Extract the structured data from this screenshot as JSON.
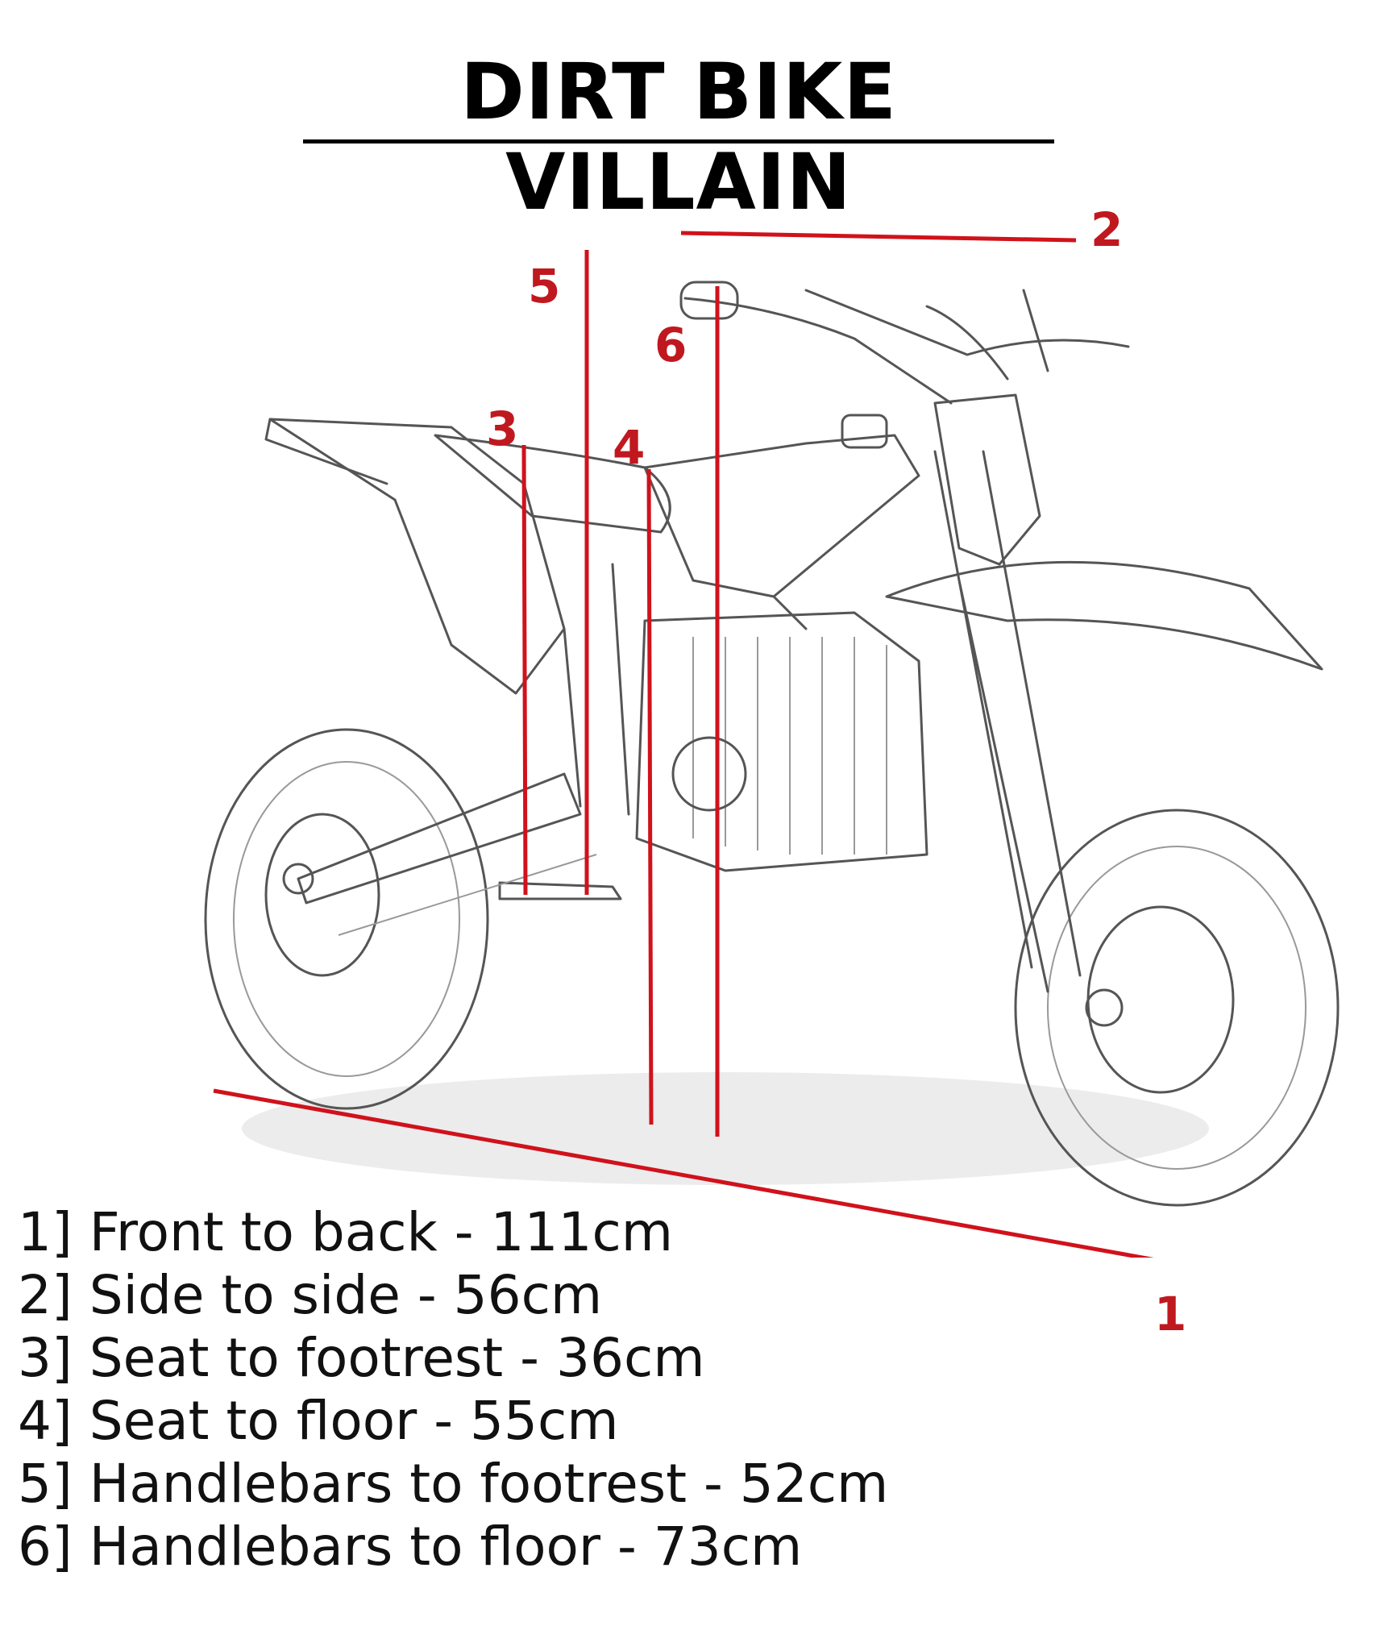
{
  "title": "DIRT BIKE VILLAIN",
  "accent_color": "#d0121b",
  "labels": {
    "m1": "1",
    "m2": "2",
    "m3": "3",
    "m4": "4",
    "m5": "5",
    "m6": "6"
  },
  "specs": [
    "1] Front to back - 111cm",
    "2] Side to side - 56cm",
    "3] Seat to footrest - 36cm",
    "4] Seat to floor - 55cm",
    "5] Handlebars to footrest - 52cm",
    "6] Handlebars to floor - 73cm"
  ],
  "illustration": "dirt-bike-line-drawing"
}
